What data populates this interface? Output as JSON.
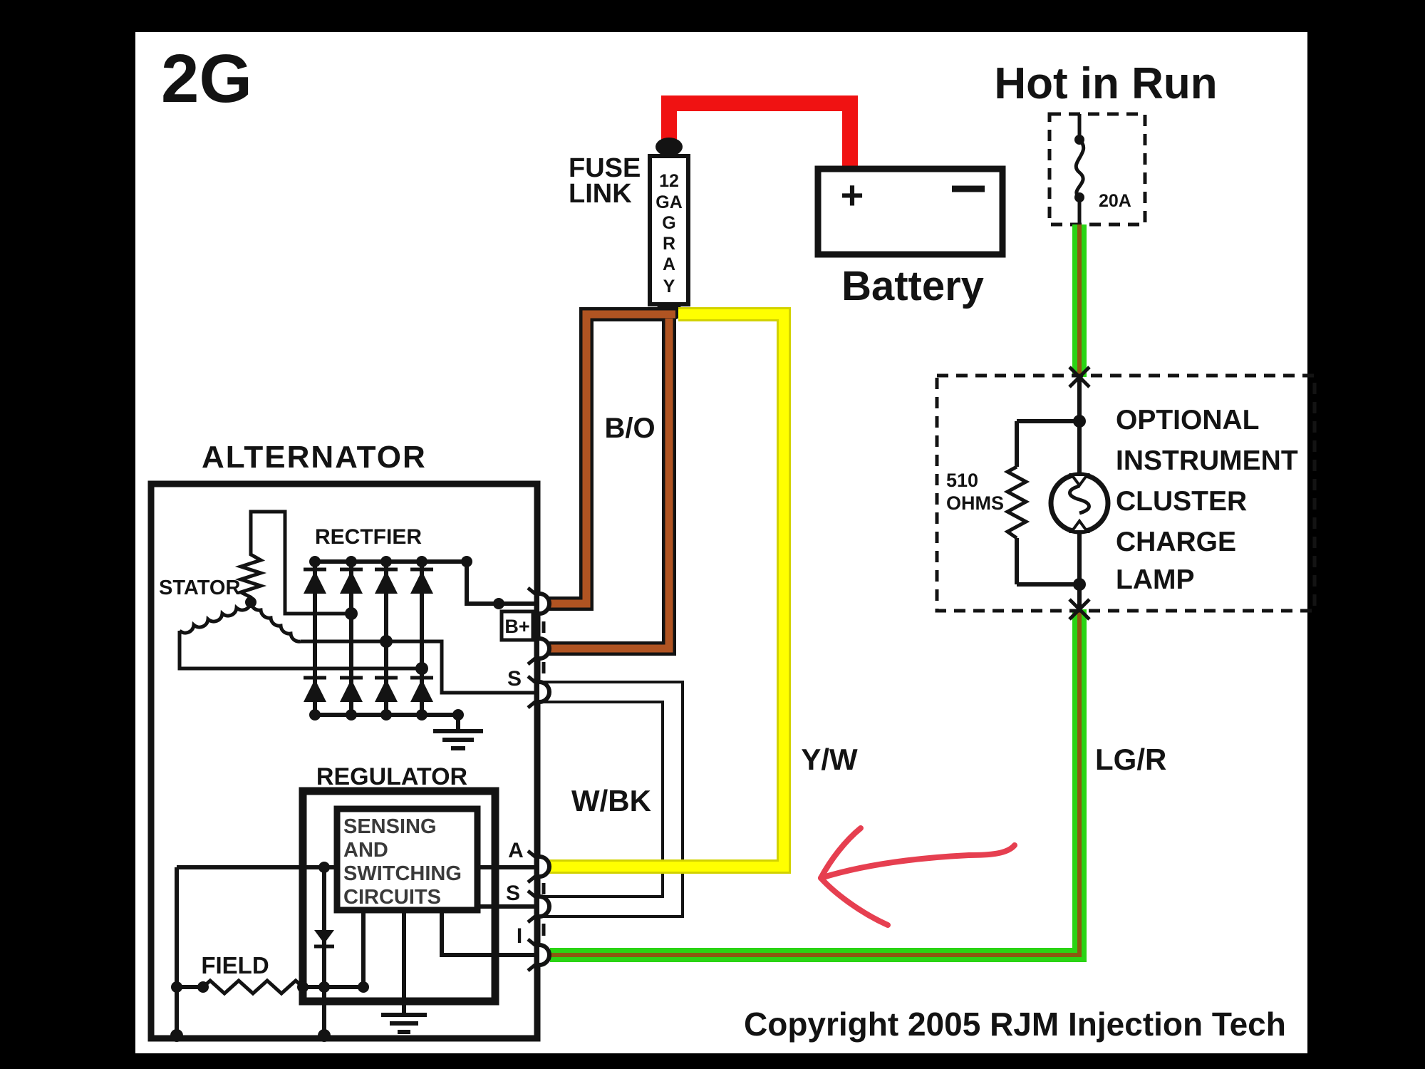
{
  "title": "2G",
  "copyright": "Copyright 2005 RJM Injection Tech",
  "ignition": {
    "label": "Hot in Run",
    "fuse_rating": "20A"
  },
  "battery": {
    "label": "Battery",
    "plus": "+"
  },
  "fuse_link": {
    "label_lines": [
      "FUSE",
      "LINK"
    ],
    "gauge_lines": [
      "12",
      "GA",
      "G",
      "R",
      "A",
      "Y"
    ]
  },
  "lamp_box": {
    "resistor_lines": [
      "510",
      "OHMS"
    ],
    "label_lines": [
      "OPTIONAL",
      "INSTRUMENT",
      "CLUSTER",
      "CHARGE",
      "LAMP"
    ]
  },
  "alternator": {
    "label": "ALTERNATOR",
    "stator": "STATOR",
    "rectifier": "RECTFIER",
    "regulator": "REGULATOR",
    "sensing_lines": [
      "SENSING",
      "AND",
      "SWITCHING",
      "CIRCUITS"
    ],
    "field": "FIELD",
    "terminals": {
      "b_plus": "B+",
      "s_stator": "S",
      "a": "A",
      "s_reg": "S",
      "i": "I"
    }
  },
  "wire_labels": {
    "bo": "B/O",
    "yw": "Y/W",
    "wbk": "W/BK",
    "lgr": "LG/R"
  },
  "colors": {
    "red_wire": "#f01212",
    "brown_wire": "#b05422",
    "yellow_wire": "#ffff00",
    "yellow_edge": "#d2d200",
    "green_wire": "#2ad414",
    "green_stripe": "#8a5a10",
    "white_wire": "#ffffff",
    "arrow_red": "#e63f50",
    "line": "#131313"
  }
}
